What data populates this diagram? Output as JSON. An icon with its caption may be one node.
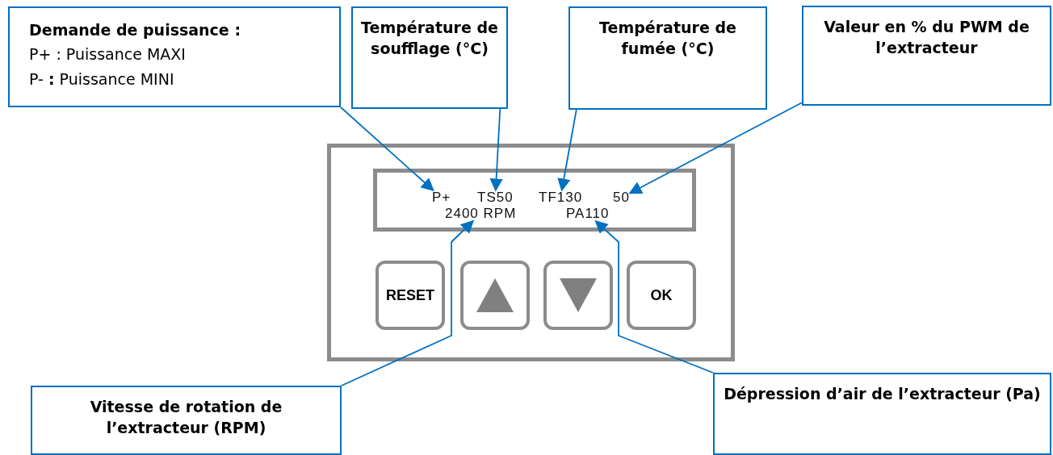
{
  "diagram": {
    "nodes": [
      {
        "text": [
          "Demande de puissance :",
          "P+ : Puissance MAXI",
          "P- **:** Puissance MINI"
        ]
      },
      {
        "text": [
          "Température de soufflage (°C)"
        ]
      },
      {
        "text": [
          "Température de fumée (°C)"
        ]
      },
      {
        "text": [
          "Valeur en % du PWM de l’extracteur"
        ]
      },
      {
        "text": [],
        "shape": "box"
      },
      {
        "text": [],
        "shape": "box",
        "in": 4
      },
      {
        "text": [
          "P+"
        ],
        "in": 5
      },
      {
        "text": [
          "TS50"
        ],
        "in": 5
      },
      {
        "text": [
          "TF130"
        ],
        "in": 5
      },
      {
        "text": [
          "50"
        ],
        "in": 5
      },
      {
        "text": [
          "2400 RPM"
        ],
        "in": 5
      },
      {
        "text": [
          "PA110"
        ],
        "in": 5
      },
      {
        "text": [
          "RESET"
        ],
        "in": 4
      },
      {
        "text": [],
        "shape": "box",
        "in": 4
      },
      {
        "text": [],
        "shape": "box",
        "in": 4
      },
      {
        "text": [
          "OK"
        ],
        "in": 4
      },
      {
        "text": [
          "Vitesse de rotation de l’extracteur (RPM)"
        ]
      },
      {
        "text": [
          "Dépression d’air de l’extracteur (Pa)"
        ]
      }
    ],
    "edges": [
      {
        "from": 0,
        "to": 6,
        "arrow": "to"
      },
      {
        "from": 1,
        "to": 7,
        "arrow": "to"
      },
      {
        "from": 2,
        "to": 8,
        "arrow": "to"
      },
      {
        "from": 3,
        "to": 9,
        "arrow": "to"
      },
      {
        "from": 16,
        "to": 10,
        "arrow": "to"
      },
      {
        "from": 17,
        "to": 11,
        "arrow": "to"
      }
    ]
  }
}
